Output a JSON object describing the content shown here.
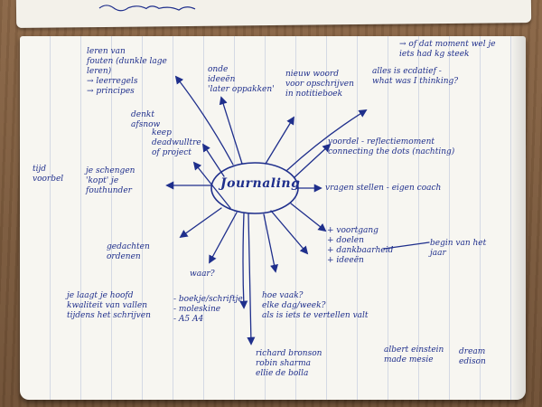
{
  "notebook": {
    "center_word": "Journaling",
    "ink_color": "#1f2f8c",
    "paper_color": "#f7f6f1",
    "rule_color": "#c9cfe0",
    "notes": [
      {
        "id": "leren",
        "lines": [
          "leren van",
          "fouten (dunkle lage",
          "leren)",
          "→ leerregels",
          "→ principes"
        ]
      },
      {
        "id": "ideeen",
        "lines": [
          "onde",
          "ideeën",
          "'later oppakken'"
        ]
      },
      {
        "id": "nieuw-woord",
        "lines": [
          "nieuw woord",
          "voor opschrijven",
          "in notitieboek"
        ]
      },
      {
        "id": "topright",
        "lines": [
          "→ of dat moment wel je",
          "iets had kg steek"
        ]
      },
      {
        "id": "alles",
        "lines": [
          "alles is ecdatief -",
          "what was I thinking?"
        ]
      },
      {
        "id": "denkt",
        "lines": [
          "denkt",
          "afsnow"
        ]
      },
      {
        "id": "keep",
        "lines": [
          "keep",
          "deadwulltre",
          "of project"
        ]
      },
      {
        "id": "tijd",
        "lines": [
          "tijd",
          "voorbel"
        ]
      },
      {
        "id": "schengen",
        "lines": [
          "je schengen",
          "'kopt' je",
          "fouthunder"
        ]
      },
      {
        "id": "voordel",
        "lines": [
          "voordel - reflectiemoment",
          "connecting the dots (nachting)"
        ]
      },
      {
        "id": "vragen",
        "lines": [
          "vragen stellen - eigen coach"
        ]
      },
      {
        "id": "voortgang",
        "lines": [
          "+ voortgang",
          "+ doelen",
          "+ dankbaarheid",
          "+ ideeën"
        ]
      },
      {
        "id": "begin",
        "lines": [
          "begin van het",
          "jaar"
        ]
      },
      {
        "id": "gedachten",
        "lines": [
          "gedachten",
          "ordenen"
        ]
      },
      {
        "id": "hoofd",
        "lines": [
          "je laagt je hoofd",
          "kwaliteit van vallen",
          "tijdens het schrijven"
        ]
      },
      {
        "id": "waar",
        "lines": [
          "waar?"
        ]
      },
      {
        "id": "boekje",
        "lines": [
          "- boekje/schriftje",
          "- moleskine",
          "- A5 A4"
        ]
      },
      {
        "id": "hoe-vaak",
        "lines": [
          "hoe vaak?",
          "elke dag/week?",
          "als is iets te vertellen valt"
        ]
      },
      {
        "id": "richard",
        "lines": [
          "richard bronson",
          "robin sharma",
          "ellie de bolla"
        ]
      },
      {
        "id": "albert",
        "lines": [
          "albert einstein",
          "made mesie"
        ]
      },
      {
        "id": "dream",
        "lines": [
          "dream",
          "edison"
        ]
      }
    ]
  }
}
